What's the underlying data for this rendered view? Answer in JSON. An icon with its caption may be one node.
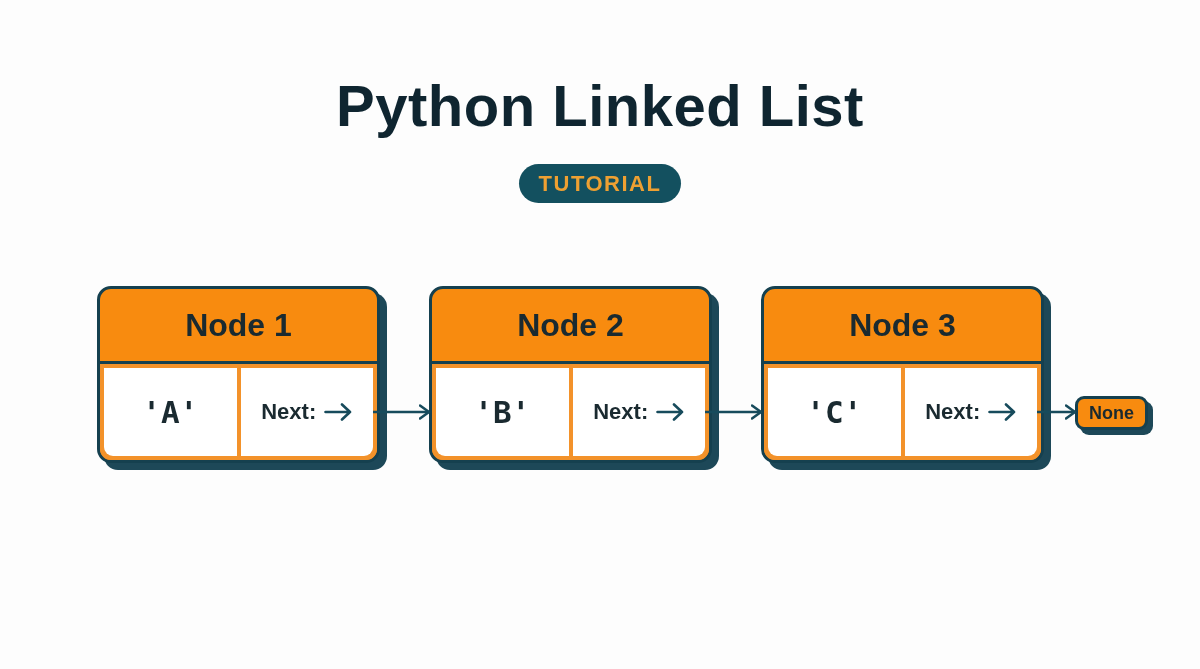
{
  "diagram": {
    "title": "Python Linked List",
    "nodes": [
      {
        "text": [
          "Node 1"
        ]
      },
      {
        "text": [
          "'A'"
        ],
        "in": 0
      },
      {
        "text": [
          "Next:"
        ],
        "in": 0
      },
      {
        "text": [
          "Node 2"
        ]
      },
      {
        "text": [
          "'B'"
        ],
        "in": 3
      },
      {
        "text": [
          "Next:"
        ],
        "in": 3
      },
      {
        "text": [
          "Node 3"
        ]
      },
      {
        "text": [
          "'C'"
        ],
        "in": 6
      },
      {
        "text": [
          "Next:"
        ],
        "in": 6
      },
      {
        "text": [
          "None"
        ]
      }
    ],
    "edges": [
      {
        "from": 2,
        "to": 3,
        "arrow": "to"
      },
      {
        "from": 5,
        "to": 6,
        "arrow": "to"
      },
      {
        "from": 8,
        "to": 9,
        "arrow": "to"
      }
    ],
    "labels": [
      "TUTORIAL"
    ]
  }
}
